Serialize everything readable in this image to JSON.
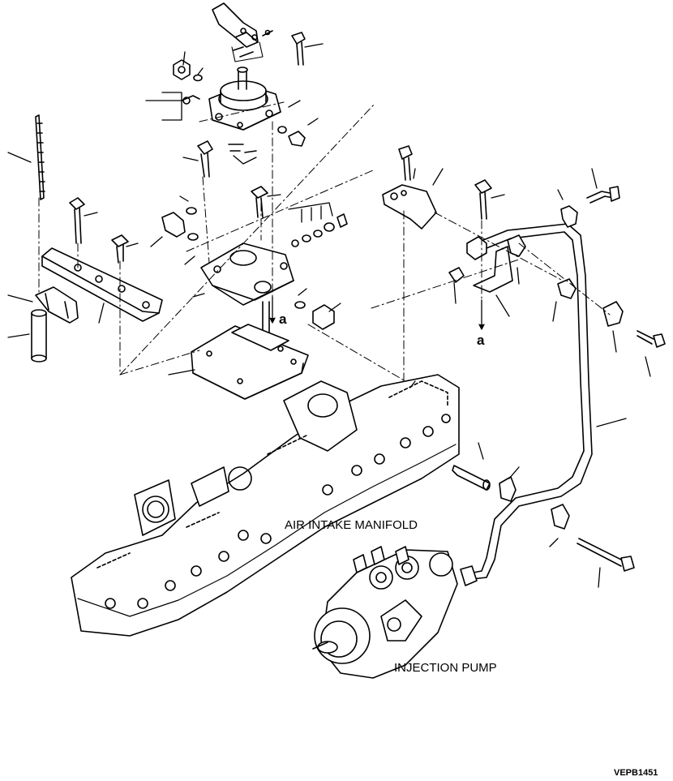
{
  "labels": {
    "air_intake_manifold": "AIR INTAKE MANIFOLD",
    "injection_pump": "INJECTION PUMP",
    "drawing_code": "VEPB1451",
    "ref_a_upper": "a",
    "ref_a_lower": "a"
  },
  "colors": {
    "ink": "#000000",
    "paper": "#ffffff"
  }
}
